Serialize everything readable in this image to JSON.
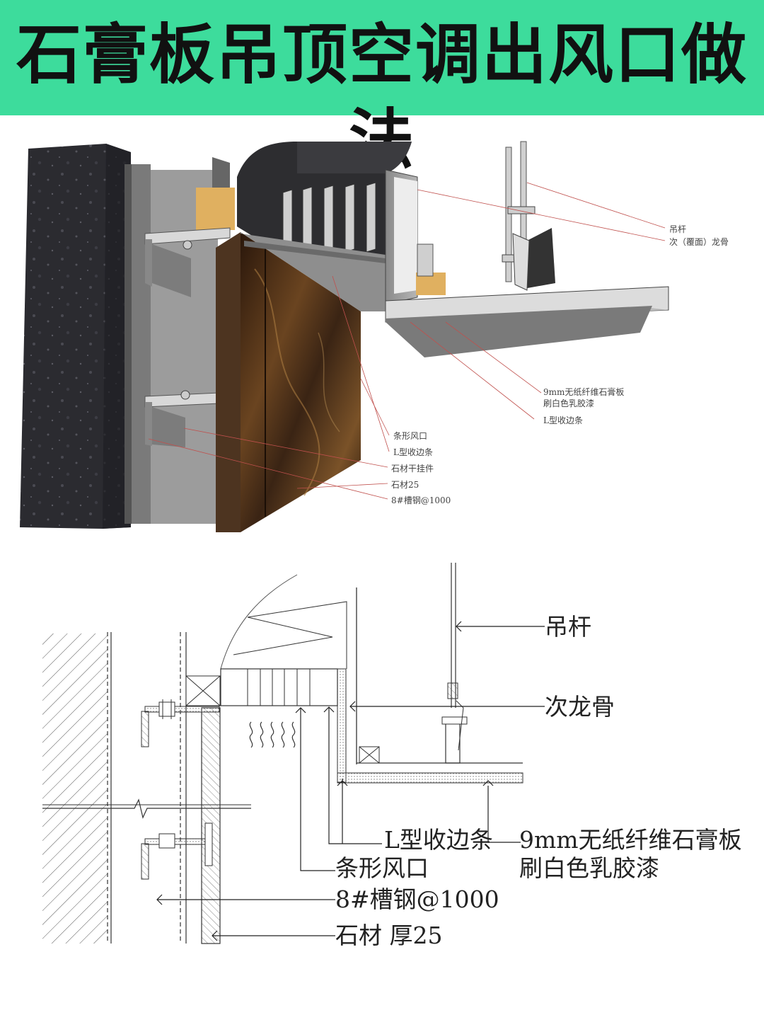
{
  "title": "石膏板吊顶空调出风口做法",
  "colors": {
    "banner": "#3ddc9c",
    "leader_red": "#c0504d",
    "stone_dark": "#2b2b30",
    "marble": "#3a2414",
    "wood": "#e0b060"
  },
  "model_labels": {
    "hanger_rod": "吊杆",
    "secondary_keel": "次（覆面）龙骨",
    "board_line1": "9mm无纸纤维石膏板",
    "board_line2": "刷白色乳胶漆",
    "l_trim": "L型收边条",
    "slot_vent": "条形风口",
    "l_edge": "L型收边条",
    "stone_hanger": "石材干挂件",
    "stone_25": "石材25",
    "channel_steel": "8#槽钢@1000"
  },
  "section_labels": {
    "hanger_rod": "吊杆",
    "secondary_keel": "次龙骨",
    "l_trim": "L型收边条",
    "board_line1": "9mm无纸纤维石膏板",
    "board_line2": "刷白色乳胶漆",
    "slot_vent": "条形风口",
    "channel_steel": "8#槽钢@1000",
    "stone": "石材  厚25"
  }
}
